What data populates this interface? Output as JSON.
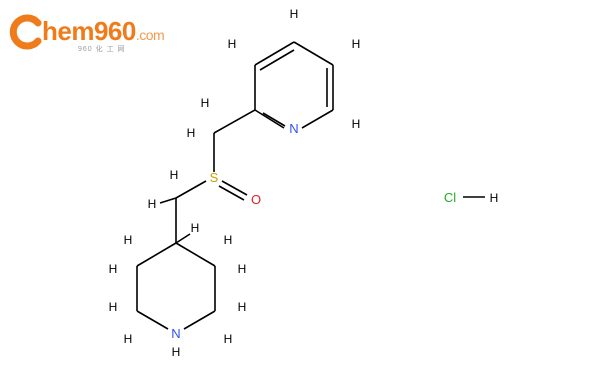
{
  "logo": {
    "letter": "C",
    "name": "hem960",
    "suffix": ".com",
    "subtitle": "960 化 工 网"
  },
  "atoms": {
    "N_pyridine": "N",
    "S": "S",
    "O": "O",
    "NH_N": "N",
    "Cl": "Cl",
    "H": "H"
  },
  "colors": {
    "bond": "#000000",
    "N": "#3050f8",
    "S": "#c8a000",
    "O": "#e02020",
    "Cl": "#20b020",
    "H": "#000000",
    "logo_orange": "#f07b1a"
  }
}
